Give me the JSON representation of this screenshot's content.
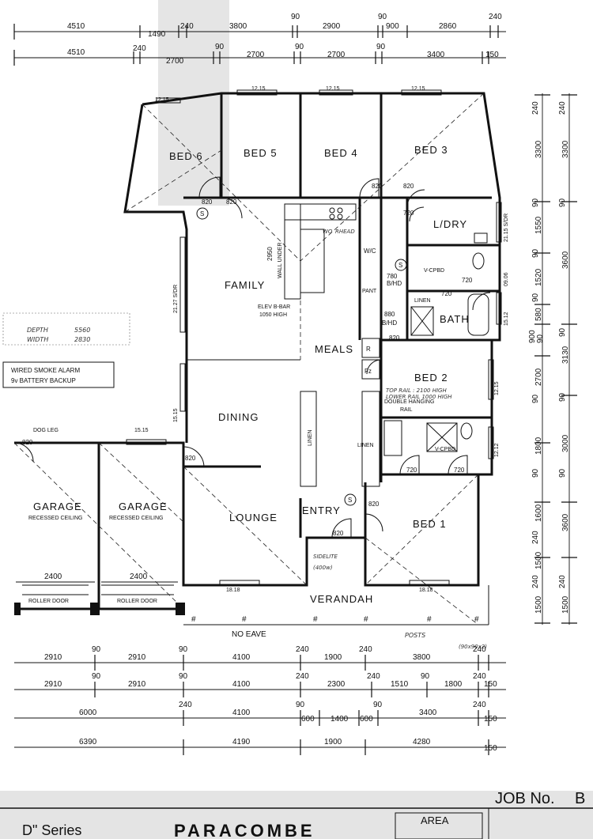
{
  "dims": {
    "top_row1": [
      "4510",
      "1490",
      "240",
      "3800",
      "90",
      "2900",
      "90",
      "900",
      "2860",
      "240"
    ],
    "top_row2": [
      "4510",
      "240",
      "2700",
      "90",
      "2700",
      "90",
      "2700",
      "90",
      "3400",
      "150"
    ],
    "right_outer": [
      "240",
      "3300",
      "90",
      "1550",
      "90",
      "1520",
      "90",
      "580",
      "900",
      "90",
      "2700",
      "90",
      "1800",
      "90",
      "1600",
      "240",
      "1500",
      "240",
      "1500"
    ],
    "right_inner": [
      "240",
      "3300",
      "90",
      "3600",
      "90",
      "3130",
      "90",
      "3000",
      "90",
      "3600",
      "240",
      "1500"
    ],
    "bottom_row1": [
      "2910",
      "90",
      "2910",
      "90",
      "4100",
      "240",
      "1900",
      "240",
      "3800",
      "240"
    ],
    "bottom_row2": [
      "2910",
      "90",
      "2910",
      "90",
      "4100",
      "240",
      "2300",
      "240",
      "1510",
      "90",
      "1800",
      "240",
      "150"
    ],
    "bottom_row3": [
      "6000",
      "240",
      "4100",
      "90",
      "600",
      "1400",
      "600",
      "90",
      "3400",
      "240",
      "150"
    ],
    "bottom_row4": [
      "6390",
      "4190",
      "1900",
      "4280",
      "150"
    ],
    "window_12_15_a": "12.15",
    "window_12_15_b": "12.15",
    "window_12_15_c": "12.15",
    "window_21_15": "21.15 S/DR",
    "window_21_27": "21.27 S/DR",
    "window_09_06": "09.06",
    "window_15_12": "15.12",
    "window_12_15_bed2": "12.15",
    "window_12_12": "12.12",
    "window_15_15_a": "15.15",
    "window_15_15_b": "15.15",
    "window_18_18_a": "18.18",
    "window_18_18_b": "18.18"
  },
  "rooms": {
    "bed6": "BED 6",
    "bed5": "BED 5",
    "bed4": "BED 4",
    "bed3": "BED 3",
    "ldry": "L/DRY",
    "family": "FAMILY",
    "meals": "MEALS",
    "bath": "BATH",
    "bed2": "BED 2",
    "dining": "DINING",
    "lounge": "LOUNGE",
    "entry": "ENTRY",
    "bed1": "BED 1",
    "verandah": "VERANDAH",
    "garage_a": "GARAGE",
    "garage_b": "GARAGE",
    "recessed_a": "RECESSED CEILING",
    "recessed_b": "RECESSED CEILING"
  },
  "labels": {
    "door_820": "820",
    "door_720": "720",
    "door_780": "780",
    "bhd_a": "B/HD",
    "door_880": "880",
    "bhd_b": "B/HD",
    "wc": "W/C",
    "pant": "PANT",
    "linen": "LINEN",
    "vcpbd": "V-CPBD",
    "r": "R",
    "fz": "Fz",
    "elev_bar": "ELEV B-BAR",
    "bar_high": "1050 HIGH",
    "wall_under": "WALL UNDER",
    "dim_2950": "2950",
    "smoke_line1": "WIRED SMOKE ALARM",
    "smoke_line2": "9v BATTERY BACKUP",
    "smoke_s": "S",
    "dog_leg": "DOG LEG",
    "roller_door": "ROLLER DOOR",
    "garage_width_a": "2400",
    "garage_width_b": "2400",
    "double_rail": "DOUBLE HANGING",
    "rail": "RAIL",
    "no_eave": "NO EAVE",
    "hw_depth": "DEPTH",
    "hw_depth_val": "5560",
    "hw_width": "WIDTH",
    "hw_width_val": "2830",
    "hw_top_rail": "TOP RAIL : 2100 HIGH",
    "hw_lower_rail": "LOWER RAIL 1000 HIGH",
    "hw_posts": "POSTS",
    "hw_posts_size": "(90x90x2)",
    "hw_sidelite": "SIDELITE",
    "hw_sidelite_w": "(400w)",
    "hw_wo": "WO",
    "hw_rhead": "RHEAD"
  },
  "title_block": {
    "job_no": "JOB No.",
    "job_b": "B",
    "area": "AREA",
    "series": "D\" Series",
    "name": "PARACOMBE"
  }
}
